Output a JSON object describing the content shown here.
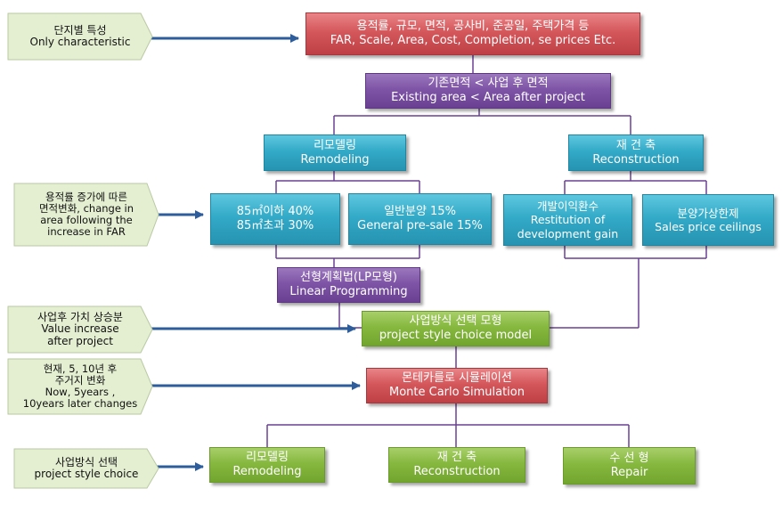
{
  "colors": {
    "red": "#d4575b",
    "purple": "#7e54a6",
    "teal": "#33aac8",
    "green": "#86b83f",
    "tag_fill": "#e4efd2",
    "arrow": "#2e5d9c",
    "line": "#6a4192"
  },
  "side_labels": {
    "characteristic": [
      "단지별 특성",
      "Only characteristic"
    ],
    "far_change": [
      "용적률 증가에  따른",
      "면적변화, change in",
      "area following  the",
      "increase in FAR"
    ],
    "value_increase": [
      "사업후 가치 상승분",
      "Value increase",
      "after project"
    ],
    "price_change": [
      "현재, 5, 10년 후",
      "주거지 변화",
      "Now, 5years ,",
      "10years later changes"
    ],
    "style_choice": [
      "사업방식 선택",
      "project style choice"
    ]
  },
  "boxes": {
    "top_factors": [
      "용적률, 규모, 면적, 공사비,  준공일, 주택가격 등",
      "FAR, Scale, Area, Cost, Completion, se prices Etc."
    ],
    "area_compare": [
      "기존면적 < 사업 후 면적",
      "Existing area <  Area after project"
    ],
    "remodeling": [
      "리모델링",
      "Remodeling"
    ],
    "reconstruction": [
      "재 건 축",
      "Reconstruction"
    ],
    "size_ratio": [
      "85㎡이하 40%",
      "85㎡초과 30%"
    ],
    "general_sale": [
      "일반분양 15%",
      "General pre-sale 15%"
    ],
    "restitution": [
      "개발이익환수",
      "Restitution of",
      "development gain"
    ],
    "price_ceiling": [
      "분양가상한제",
      "Sales price ceilings"
    ],
    "linear_prog": [
      "선형계획법(LP모형)",
      "Linear Programming"
    ],
    "choice_model": [
      "사업방식 선택 모형",
      "project style choice model"
    ],
    "monte_carlo": [
      "몬테카를로 시뮬레이션",
      "Monte Carlo Simulation"
    ],
    "out_remodeling": [
      "리모델링",
      "Remodeling"
    ],
    "out_reconstruction": [
      "재 건 축",
      "Reconstruction"
    ],
    "out_repair": [
      "수 선 형",
      "Repair"
    ]
  }
}
